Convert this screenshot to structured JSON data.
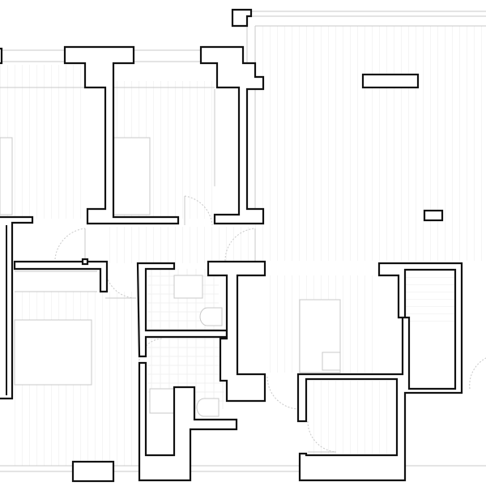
{
  "diagram": {
    "kind": "architectural floor plan",
    "labels": [],
    "colors": {
      "wall": "#111111",
      "thin_line": "#c8c8c8",
      "floor_hatch": "#e4e4e4",
      "background": "#ffffff"
    },
    "elements": {
      "rooms": [
        "left-room",
        "bedroom-a",
        "bedroom-b",
        "living-room",
        "master-bedroom",
        "bathroom-1",
        "bathroom-2",
        "kitchen",
        "laundry",
        "hallway"
      ],
      "doors": 6,
      "windows": 4,
      "fixtures": [
        "bed",
        "desk-a",
        "desk-b",
        "kitchen-counter",
        "toilet-1",
        "toilet-2",
        "wall-vent",
        "wall-opening"
      ]
    }
  }
}
